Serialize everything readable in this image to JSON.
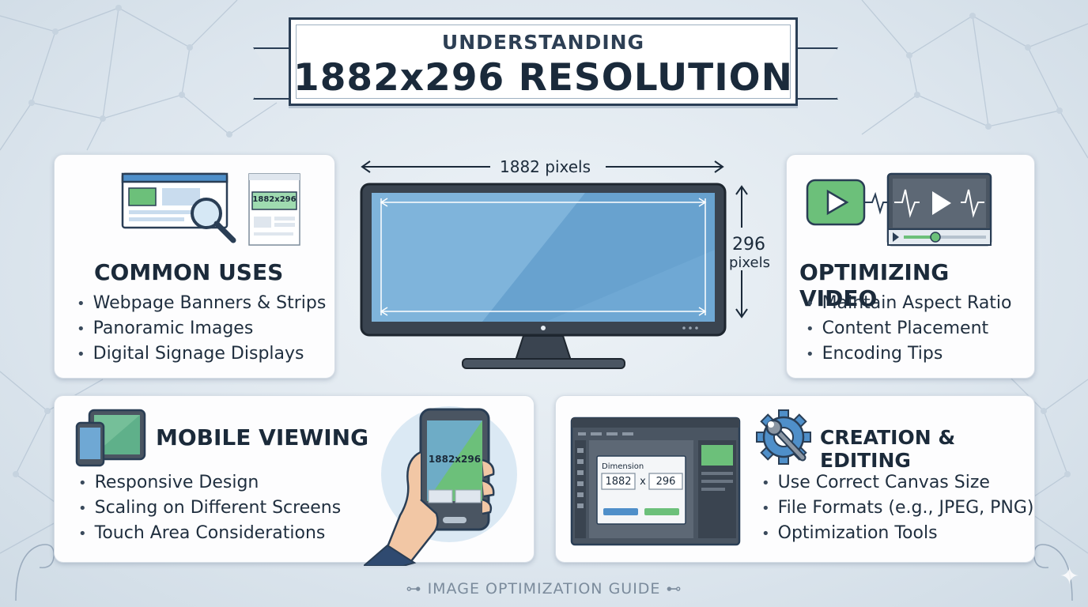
{
  "title": {
    "small": "UNDERSTANDING",
    "big": "1882x296 RESOLUTION"
  },
  "monitor": {
    "width_label": "1882 pixels",
    "height_number": "296",
    "height_unit": "pixels"
  },
  "common_uses": {
    "title": "COMMON USES",
    "badge": "1882x296",
    "items": [
      "Webpage Banners & Strips",
      "Panoramic Images",
      "Digital Signage Displays"
    ]
  },
  "optimizing_video": {
    "title": "OPTIMIZING VIDEO",
    "items": [
      "Maintain Aspect Ratio",
      "Content Placement",
      "Encoding Tips"
    ]
  },
  "mobile_viewing": {
    "title": "MOBILE VIEWING",
    "phone_label": "1882x296",
    "items": [
      "Responsive Design",
      "Scaling on Different Screens",
      "Touch Area Considerations"
    ]
  },
  "creation_editing": {
    "title": "CREATION & EDITING",
    "dialog_label": "Dimension",
    "width_value": "1882",
    "times": "x",
    "height_value": "296",
    "items": [
      "Use Correct Canvas Size",
      "File Formats (e.g., JPEG, PNG)",
      "Optimization Tools"
    ]
  },
  "footer": "IMAGE OPTIMIZATION GUIDE",
  "colors": {
    "navy": "#2a3e55",
    "screen_blue": "#6fa8d4",
    "accent_green": "#6cc07a",
    "accent_blue": "#4f8fc9",
    "card_bg": "#fdfdfe"
  }
}
